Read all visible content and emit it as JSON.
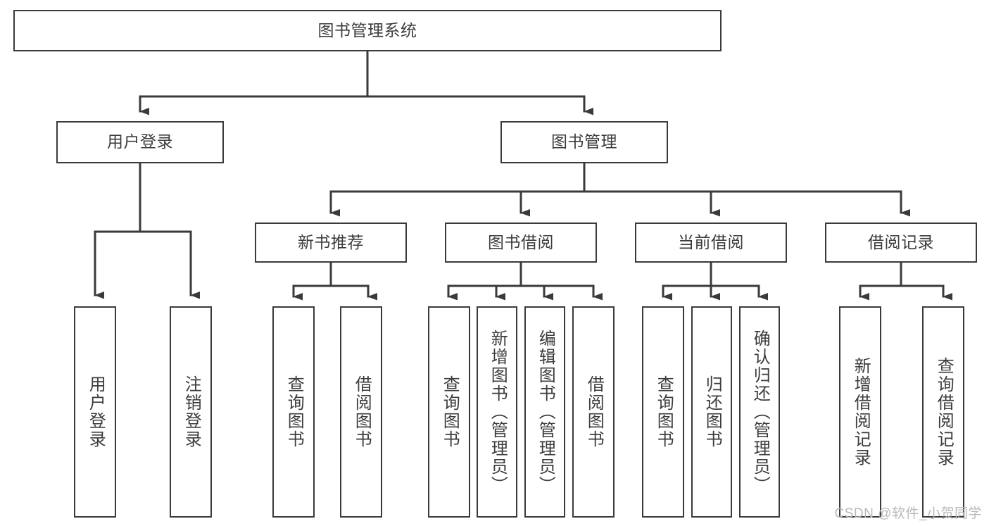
{
  "diagram": {
    "type": "tree-hierarchy",
    "title": "图书管理系统",
    "orientation": "top-down",
    "colors": {
      "box_border": "#3a3a3a",
      "box_fill": "#ffffff",
      "connector": "#3a3a3a",
      "text": "#3c3c3c",
      "watermark": "#b9b9b9",
      "background": "#ffffff"
    },
    "watermark": "CSDN @软件_小贺同学",
    "nodes": {
      "root": {
        "id": "root",
        "label": "图书管理系统",
        "level": 0,
        "text_direction": "horizontal"
      },
      "level1": [
        {
          "id": "user-login",
          "label": "用户登录",
          "level": 1,
          "text_direction": "horizontal"
        },
        {
          "id": "book-management",
          "label": "图书管理",
          "level": 1,
          "text_direction": "horizontal"
        }
      ],
      "level2": [
        {
          "id": "new-book-recommend",
          "label": "新书推荐",
          "level": 2,
          "text_direction": "horizontal",
          "parent": "book-management"
        },
        {
          "id": "book-borrow",
          "label": "图书借阅",
          "level": 2,
          "text_direction": "horizontal",
          "parent": "book-management"
        },
        {
          "id": "current-borrow",
          "label": "当前借阅",
          "level": 2,
          "text_direction": "horizontal",
          "parent": "book-management"
        },
        {
          "id": "borrow-record",
          "label": "借阅记录",
          "level": 2,
          "text_direction": "horizontal",
          "parent": "book-management"
        }
      ],
      "leaves": [
        {
          "id": "leaf-user-login",
          "label": "用户登录",
          "parent": "user-login",
          "text_direction": "vertical"
        },
        {
          "id": "leaf-logout-login",
          "label": "注销登录",
          "parent": "user-login",
          "text_direction": "vertical"
        },
        {
          "id": "leaf-query-book-1",
          "label": "查询图书",
          "parent": "new-book-recommend",
          "text_direction": "vertical"
        },
        {
          "id": "leaf-borrow-book-1",
          "label": "借阅图书",
          "parent": "new-book-recommend",
          "text_direction": "vertical"
        },
        {
          "id": "leaf-query-book-2",
          "label": "查询图书",
          "parent": "book-borrow",
          "text_direction": "vertical"
        },
        {
          "id": "leaf-add-book-admin",
          "label": "新增图书（管理员）",
          "parent": "book-borrow",
          "text_direction": "vertical"
        },
        {
          "id": "leaf-edit-book-admin",
          "label": "编辑图书（管理员）",
          "parent": "book-borrow",
          "text_direction": "vertical"
        },
        {
          "id": "leaf-borrow-book-2",
          "label": "借阅图书",
          "parent": "book-borrow",
          "text_direction": "vertical"
        },
        {
          "id": "leaf-query-book-3",
          "label": "查询图书",
          "parent": "current-borrow",
          "text_direction": "vertical"
        },
        {
          "id": "leaf-return-book",
          "label": "归还图书",
          "parent": "current-borrow",
          "text_direction": "vertical"
        },
        {
          "id": "leaf-confirm-return-admin",
          "label": "确认归还（管理员）",
          "parent": "current-borrow",
          "text_direction": "vertical"
        },
        {
          "id": "leaf-add-borrow-record",
          "label": "新增借阅记录",
          "parent": "borrow-record",
          "text_direction": "vertical"
        },
        {
          "id": "leaf-query-borrow-record",
          "label": "查询借阅记录",
          "parent": "borrow-record",
          "text_direction": "vertical"
        }
      ]
    }
  }
}
